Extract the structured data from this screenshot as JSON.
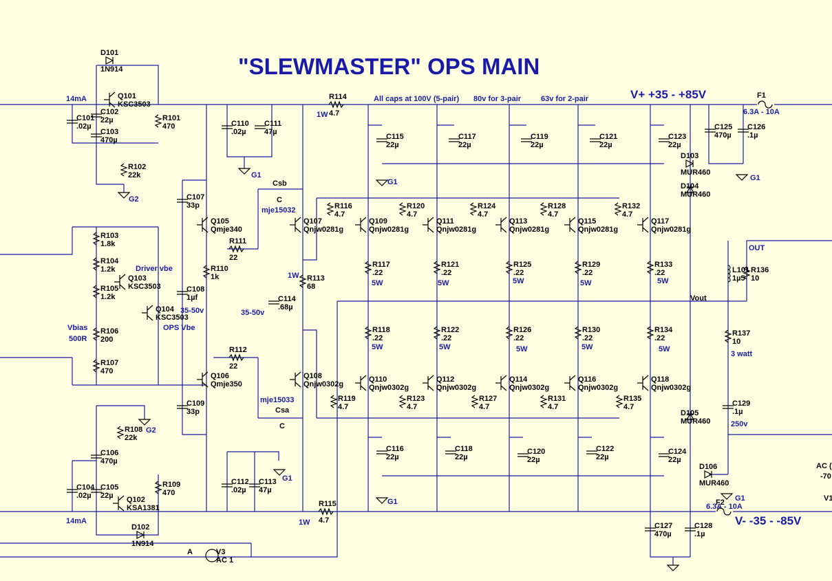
{
  "title": "\"SLEWMASTER\" OPS MAIN",
  "rails": {
    "positive": "V+ +35  -  +85V",
    "negative": "V- -35 -  -85V"
  },
  "notes": {
    "caps_5pair": "All caps at 100V (5-pair)",
    "caps_3pair": "80v for 3-pair",
    "caps_2pair": "63v for 2-pair",
    "current_top": "14mA",
    "current_bottom": "14mA",
    "driver_vbe": "Driver vbe",
    "ops_vbe": "OPS Vbe",
    "vbias": "Vbias",
    "vbias_val": "500R",
    "c108_v": "35-50v",
    "c114_v": "35-50v",
    "out": "OUT",
    "vout": "Vout",
    "r137_w": "3 watt",
    "c129_v": "250v",
    "fuse1": "6.3A - 10A",
    "fuse2": "6.3A - 10A",
    "v1": "V1",
    "ac_partial": "AC (",
    "ac_partial2": "-70",
    "node_a": "A",
    "r114_w": "1W",
    "r115_w": "1W",
    "r113_w": "1W",
    "csb": "Csb",
    "csb_c": "C",
    "csa": "Csa",
    "csa_c": "C",
    "mje15032": "mje15032",
    "mje15033": "mje15033"
  },
  "grounds": [
    "G1",
    "G1",
    "G1",
    "G1",
    "G1",
    "G1",
    "G2",
    "G2"
  ],
  "components": [
    {
      "ref": "D101",
      "val": "1N914"
    },
    {
      "ref": "Q101",
      "val": "KSC3503"
    },
    {
      "ref": "C101",
      "val": ".02µ"
    },
    {
      "ref": "C102",
      "val": "22µ"
    },
    {
      "ref": "C103",
      "val": "470µ"
    },
    {
      "ref": "R101",
      "val": "470"
    },
    {
      "ref": "R102",
      "val": "22k"
    },
    {
      "ref": "R103",
      "val": "1.8k"
    },
    {
      "ref": "R104",
      "val": "1.2k"
    },
    {
      "ref": "R105",
      "val": "1.2k"
    },
    {
      "ref": "R106",
      "val": "200"
    },
    {
      "ref": "R107",
      "val": "470"
    },
    {
      "ref": "Q103",
      "val": "KSC3503"
    },
    {
      "ref": "Q104",
      "val": "KSC3503"
    },
    {
      "ref": "C107",
      "val": "33p"
    },
    {
      "ref": "Q105",
      "val": "Qmje340"
    },
    {
      "ref": "R110",
      "val": "1k"
    },
    {
      "ref": "C108",
      "val": "1µf"
    },
    {
      "ref": "R111",
      "val": "22"
    },
    {
      "ref": "R112",
      "val": "22"
    },
    {
      "ref": "Q106",
      "val": "Qmje350"
    },
    {
      "ref": "C109",
      "val": "33p"
    },
    {
      "ref": "Q107",
      "val": "Qnjw0281g"
    },
    {
      "ref": "Q108",
      "val": "Qnjw0302g"
    },
    {
      "ref": "R113",
      "val": "68"
    },
    {
      "ref": "C114",
      "val": ".68µ"
    },
    {
      "ref": "C110",
      "val": ".02µ"
    },
    {
      "ref": "C111",
      "val": "47µ"
    },
    {
      "ref": "C112",
      "val": ".02µ"
    },
    {
      "ref": "C113",
      "val": "47µ"
    },
    {
      "ref": "R114",
      "val": "4.7"
    },
    {
      "ref": "R115",
      "val": "4.7"
    },
    {
      "ref": "R108",
      "val": "22k"
    },
    {
      "ref": "C106",
      "val": "470µ"
    },
    {
      "ref": "C104",
      "val": ".02µ"
    },
    {
      "ref": "C105",
      "val": "22µ"
    },
    {
      "ref": "Q102",
      "val": "KSA1381"
    },
    {
      "ref": "R109",
      "val": "470"
    },
    {
      "ref": "D102",
      "val": "1N914"
    },
    {
      "ref": "V3",
      "val": "AC 1"
    },
    {
      "ref": "C115",
      "val": "22µ"
    },
    {
      "ref": "C117",
      "val": "22µ"
    },
    {
      "ref": "C119",
      "val": "22µ"
    },
    {
      "ref": "C121",
      "val": "22µ"
    },
    {
      "ref": "C123",
      "val": "22µ"
    },
    {
      "ref": "C125",
      "val": "470µ"
    },
    {
      "ref": "C126",
      "val": ".1µ"
    },
    {
      "ref": "F1",
      "val": ""
    },
    {
      "ref": "D103",
      "val": "MUR460"
    },
    {
      "ref": "D104",
      "val": "MUR460"
    },
    {
      "ref": "R116",
      "val": "4.7"
    },
    {
      "ref": "R120",
      "val": "4.7"
    },
    {
      "ref": "R124",
      "val": "4.7"
    },
    {
      "ref": "R128",
      "val": "4.7"
    },
    {
      "ref": "R132",
      "val": "4.7"
    },
    {
      "ref": "Q109",
      "val": "Qnjw0281g"
    },
    {
      "ref": "Q111",
      "val": "Qnjw0281g"
    },
    {
      "ref": "Q113",
      "val": "Qnjw0281g"
    },
    {
      "ref": "Q115",
      "val": "Qnjw0281g"
    },
    {
      "ref": "Q117",
      "val": "Qnjw0281g"
    },
    {
      "ref": "R117",
      "val": ".22"
    },
    {
      "ref": "R121",
      "val": ".22"
    },
    {
      "ref": "R125",
      "val": ".22"
    },
    {
      "ref": "R129",
      "val": ".22"
    },
    {
      "ref": "R133",
      "val": ".22"
    },
    {
      "ref": "R118",
      "val": ".22"
    },
    {
      "ref": "R122",
      "val": ".22"
    },
    {
      "ref": "R126",
      "val": ".22"
    },
    {
      "ref": "R130",
      "val": ".22"
    },
    {
      "ref": "R134",
      "val": ".22"
    },
    {
      "ref": "Q110",
      "val": "Qnjw0302g"
    },
    {
      "ref": "Q112",
      "val": "Qnjw0302g"
    },
    {
      "ref": "Q114",
      "val": "Qnjw0302g"
    },
    {
      "ref": "Q116",
      "val": "Qnjw0302g"
    },
    {
      "ref": "Q118",
      "val": "Qnjw0302g"
    },
    {
      "ref": "R119",
      "val": "4.7"
    },
    {
      "ref": "R123",
      "val": "4.7"
    },
    {
      "ref": "R127",
      "val": "4.7"
    },
    {
      "ref": "R131",
      "val": "4.7"
    },
    {
      "ref": "R135",
      "val": "4.7"
    },
    {
      "ref": "C116",
      "val": "22µ"
    },
    {
      "ref": "C118",
      "val": "22µ"
    },
    {
      "ref": "C120",
      "val": "22µ"
    },
    {
      "ref": "C122",
      "val": "22µ"
    },
    {
      "ref": "C124",
      "val": "22µ"
    },
    {
      "ref": "L101",
      "val": "1µ5"
    },
    {
      "ref": "R136",
      "val": "10"
    },
    {
      "ref": "R137",
      "val": "10"
    },
    {
      "ref": "C129",
      "val": ".1µ"
    },
    {
      "ref": "D105",
      "val": "MUR460"
    },
    {
      "ref": "D106",
      "val": "MUR460"
    },
    {
      "ref": "F2",
      "val": ""
    },
    {
      "ref": "C127",
      "val": "470µ"
    },
    {
      "ref": "C128",
      "val": ".1µ"
    }
  ],
  "wattage": [
    "5W",
    "5W",
    "5W",
    "5W",
    "5W",
    "5W",
    "5W",
    "5W",
    "5W",
    "5W"
  ]
}
